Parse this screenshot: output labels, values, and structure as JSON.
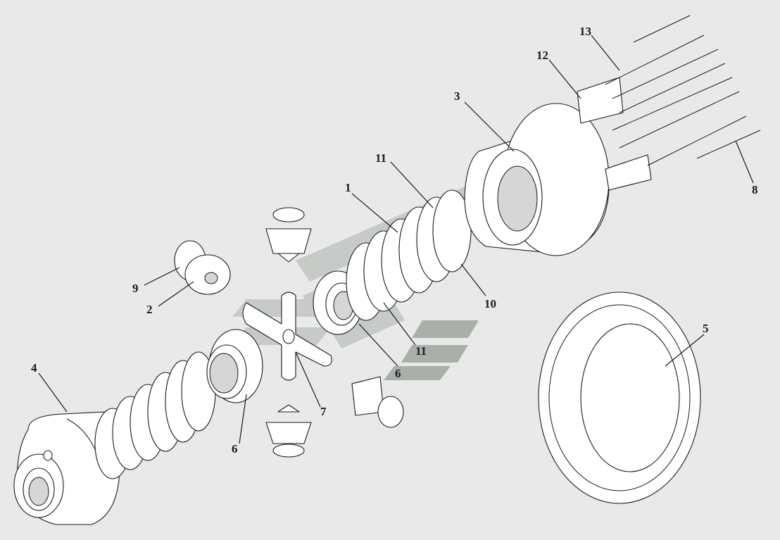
{
  "callouts": [
    {
      "id": "c1",
      "label": "1"
    },
    {
      "id": "c2",
      "label": "2"
    },
    {
      "id": "c3",
      "label": "3"
    },
    {
      "id": "c4",
      "label": "4"
    },
    {
      "id": "c5",
      "label": "5"
    },
    {
      "id": "c6a",
      "label": "6"
    },
    {
      "id": "c6b",
      "label": "6"
    },
    {
      "id": "c7",
      "label": "7"
    },
    {
      "id": "c8",
      "label": "8"
    },
    {
      "id": "c9",
      "label": "9"
    },
    {
      "id": "c10",
      "label": "10"
    },
    {
      "id": "c11a",
      "label": "11"
    },
    {
      "id": "c11b",
      "label": "11"
    },
    {
      "id": "c12",
      "label": "12"
    },
    {
      "id": "c13",
      "label": "13"
    }
  ],
  "icons": {
    "watermark": "watermark-logo-icon"
  }
}
